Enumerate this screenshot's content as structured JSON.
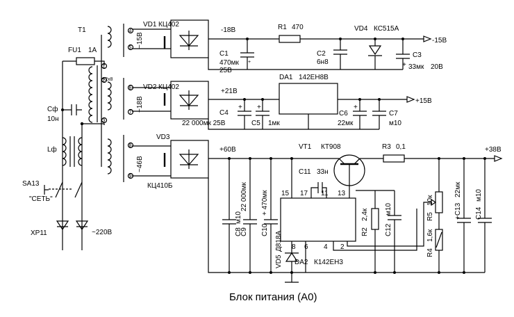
{
  "title": "Блок питания  (А0)",
  "nodes": {
    "minus18v": "-18В",
    "minus15v": "-15В",
    "plus21v": "+21В",
    "plus15v": "+15В",
    "plus60v": "+60В",
    "plus38v": "+38В",
    "mains": "~220В",
    "twice": "2",
    "plus2x8": "+2x8"
  },
  "components": {
    "t1": "T1",
    "fu1": "FU1",
    "fu1_val": "1А",
    "cf": "Сф",
    "cf_val": "10н",
    "lf": "Lф",
    "sa13": "SA13",
    "sa13_val": "\"СЕТЬ\"",
    "xp11": "XP11",
    "w1_val": "~15В",
    "w2_val": "~18В",
    "w3_val": "~46В",
    "vd1": "VD1",
    "vd1_val": "КЦ402",
    "vd2": "VD2",
    "vd2_val": "КЦ402",
    "vd3": "VD3",
    "vd3_val": "КЦ410Б",
    "c1": "C1",
    "c1_val1": "470мк",
    "c1_val2": "25В",
    "r1": "R1",
    "r1_val": "470",
    "c2": "C2",
    "c2_val": "6н8",
    "vd4": "VD4",
    "vd4_val": "КС515А",
    "c3": "C3",
    "c3_val": "33мк",
    "c3_v": "20В",
    "da1": "DA1",
    "da1_val": "142ЕН8В",
    "c4": "C4",
    "c4_val": "22 000мк 25В",
    "c5": "C5",
    "c5_val": "1мк",
    "c6": "C6",
    "c6_val": "22мк",
    "c7": "C7",
    "c7_val": "м10",
    "vt1": "VT1",
    "vt1_val": "КТ908",
    "r3": "R3",
    "r3_val": "0,1",
    "c11": "C11",
    "c11_val": "33н",
    "c8": "C8",
    "c8_val": "м10",
    "c9": "C9",
    "c9_val": "22 000мк",
    "c10": "C10",
    "c10_val": "+ 470мк",
    "vd5": "VD5",
    "vd5_val": "Д818А",
    "da2": "DA2",
    "da2_val": "К142ЕН3",
    "r2": "R2",
    "r2_val": "2,4к",
    "c12": "C12",
    "c12_val": "м10",
    "r5": "R5",
    "r5_val": "10к",
    "r4": "R4",
    "r4_val": "1,6к",
    "c13": "+C13",
    "c13_val": "22мк",
    "c14": "C14",
    "c14_val": "м10"
  },
  "pins": {
    "t1_1": "1",
    "t1_2": "2",
    "t1_3": "3",
    "t1_4": "4",
    "t1_5": "5",
    "t1_6": "6",
    "t1_7": "7",
    "t1_8": "8",
    "t1_9": "9",
    "da2_15": "15",
    "da2_17": "17",
    "da2_11": "11",
    "da2_13": "13",
    "da2_8": "8",
    "da2_6": "6",
    "da2_4": "4",
    "da2_2": "2"
  },
  "polarity": "+"
}
